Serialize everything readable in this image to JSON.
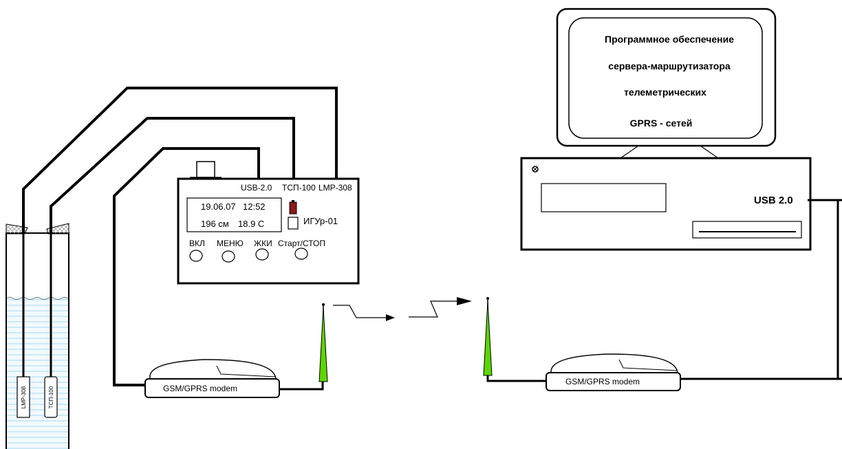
{
  "device": {
    "ports": {
      "usb": "USB-2.0",
      "tsp": "ТСП-100",
      "lmp": "LMP-308"
    },
    "screen": {
      "date": "19.06.07",
      "time": "12:52",
      "level": "196 см",
      "temp": "18.9 C"
    },
    "name": "ИГУр-01",
    "buttons": {
      "on": "ВКЛ",
      "menu": "МЕНЮ",
      "lcd": "ЖКИ",
      "startstop": "Старт/СТОП"
    }
  },
  "well": {
    "sensor_lmp": "LMP-308",
    "sensor_tsp": "ТСП-100"
  },
  "modem_left": "GSM/GPRS modem",
  "modem_right": "GSM/GPRS modem",
  "computer": {
    "line1": "Программное обеспечение",
    "line2": "сервера-маршрутизатора",
    "line3": "телеметрических",
    "line4": "GPRS - сетей",
    "usb": "USB 2.0"
  },
  "colors": {
    "antenna": "#5cd600",
    "water_line": "#a8d8f0",
    "water_fill": "#eaf6fc"
  }
}
